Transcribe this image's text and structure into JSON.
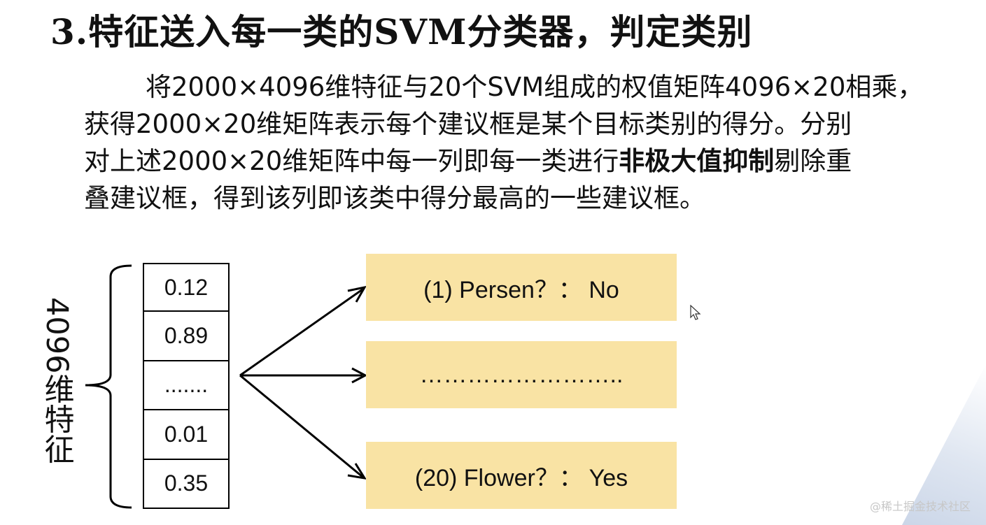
{
  "title": "3.特征送入每一类的SVM分类器，判定类别",
  "paragraph": {
    "line1": "将2000×4096维特征与20个SVM组成的权值矩阵4096×20相乘，",
    "line2": "获得2000×20维矩阵表示每个建议框是某个目标类别的得分。分别",
    "line3_before": "对上述2000×20维矩阵中每一列即每一类进行",
    "line3_bold": "非极大值抑制",
    "line3_after": "剔除重",
    "line4": "叠建议框，得到该列即该类中得分最高的一些建议框。"
  },
  "vertical_label": "4096维特征",
  "feature_vector": [
    "0.12",
    "0.89",
    ".......",
    "0.01",
    "0.35"
  ],
  "classifier_boxes": [
    "(1) Persen？： No",
    "……………………..",
    "(20) Flower？： Yes"
  ],
  "watermark": "@稀土掘金技术社区",
  "colors": {
    "box_fill": "#f9e3a4",
    "text": "#111111"
  }
}
